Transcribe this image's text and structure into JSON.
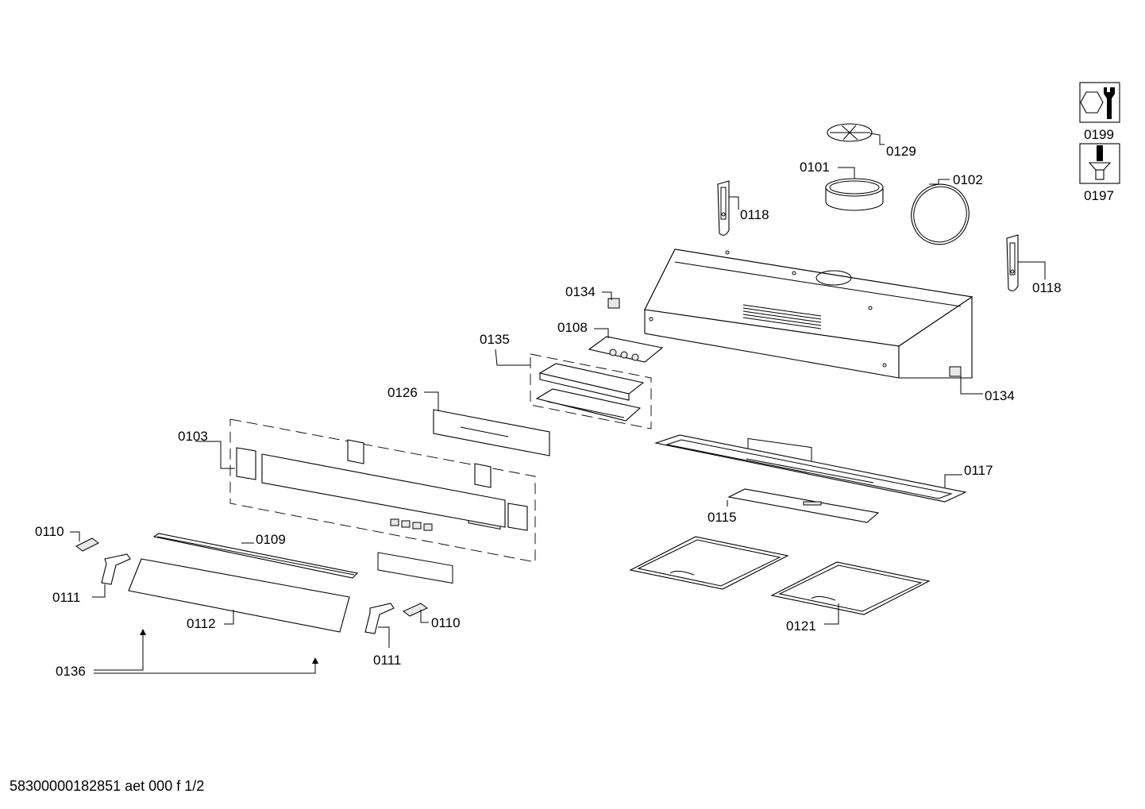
{
  "labels": {
    "p0129": "0129",
    "p0101": "0101",
    "p0102": "0102",
    "p0118a": "0118",
    "p0118b": "0118",
    "p0134a": "0134",
    "p0134b": "0134",
    "p0108": "0108",
    "p0135": "0135",
    "p0126": "0126",
    "p0103": "0103",
    "p0117": "0117",
    "p0115": "0115",
    "p0110a": "0110",
    "p0110b": "0110",
    "p0109": "0109",
    "p0111a": "0111",
    "p0111b": "0111",
    "p0112": "0112",
    "p0121": "0121",
    "p0136": "0136",
    "p0199": "0199",
    "p0197": "0197"
  },
  "footer": "58300000182851 aet 000 f 1/2",
  "icons": [
    "nut-wrench-icon",
    "screwdriver-screw-icon"
  ]
}
